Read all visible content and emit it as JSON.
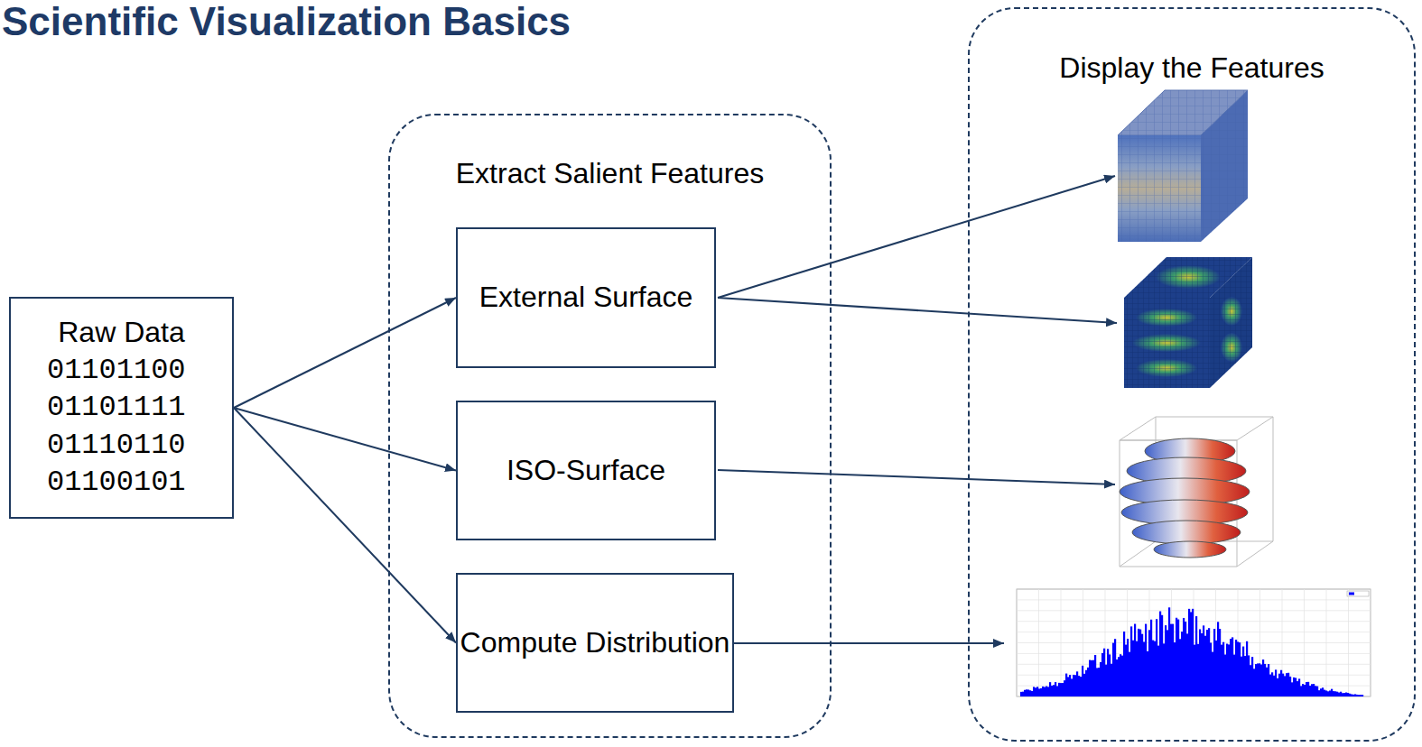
{
  "diagram": {
    "title": "Scientific Visualization Basics",
    "nodes": [
      {
        "text": [
          "Raw Data",
          "01101100 01101111 01110110 01100101"
        ]
      },
      {
        "text": [
          "Extract Salient Features"
        ]
      },
      {
        "text": [
          "External Surface"
        ],
        "in": 1
      },
      {
        "text": [
          "ISO-Surface"
        ],
        "in": 1
      },
      {
        "text": [
          "Compute Distribution"
        ],
        "in": 1
      },
      {
        "text": [
          "Display the Features"
        ]
      }
    ],
    "edges": [
      {
        "from": 0,
        "to": 2,
        "arrow": "to"
      },
      {
        "from": 0,
        "to": 3,
        "arrow": "to"
      },
      {
        "from": 0,
        "to": 4,
        "arrow": "to"
      }
    ]
  }
}
